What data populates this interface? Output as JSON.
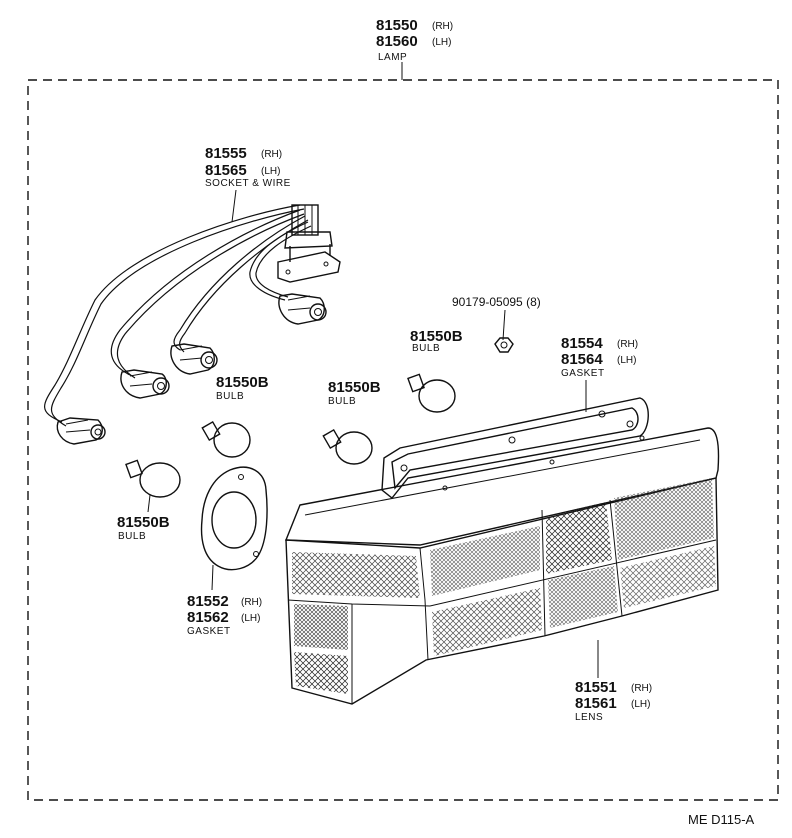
{
  "labels": {
    "lamp": {
      "number_rh": "81550",
      "suffix_rh": "(RH)",
      "number_lh": "81560",
      "suffix_lh": "(LH)",
      "name": "LAMP"
    },
    "socket": {
      "number_rh": "81555",
      "suffix_rh": "(RH)",
      "number_lh": "81565",
      "suffix_lh": "(LH)",
      "name": "SOCKET & WIRE"
    },
    "screw": {
      "text": "90179-05095 (8)"
    },
    "bulb_top": {
      "number": "81550B",
      "name": "BULB"
    },
    "bulb_mid_r": {
      "number": "81550B",
      "name": "BULB"
    },
    "bulb_mid_l": {
      "number": "81550B",
      "name": "BULB"
    },
    "bulb_low": {
      "number": "81550B",
      "name": "BULB"
    },
    "gasket_big": {
      "number_rh": "81554",
      "suffix_rh": "(RH)",
      "number_lh": "81564",
      "suffix_lh": "(LH)",
      "name": "GASKET"
    },
    "gasket_small": {
      "number_rh": "81552",
      "suffix_rh": "(RH)",
      "number_lh": "81562",
      "suffix_lh": "(LH)",
      "name": "GASKET"
    },
    "lens": {
      "number_rh": "81551",
      "suffix_rh": "(RH)",
      "number_lh": "81561",
      "suffix_lh": "(LH)",
      "name": "LENS"
    }
  },
  "footer": {
    "code": "ME  D115-A"
  }
}
